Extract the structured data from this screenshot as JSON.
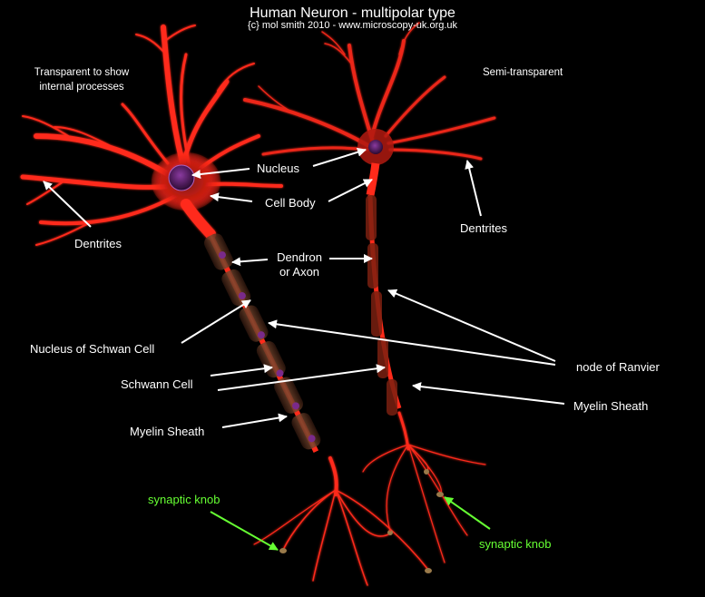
{
  "title": "Human Neuron - multipolar type",
  "credit": "{c} mol smith 2010 - www.microscopy-uk.org.uk",
  "panel_left_caption": [
    "Transparent to show",
    "internal processes"
  ],
  "panel_right_caption": "Semi-transparent",
  "labels": {
    "nucleus": "Nucleus",
    "cell_body": "Cell Body",
    "dendrites_left": "Dentrites",
    "dendrites_right": "Dentrites",
    "dendron": [
      "Dendron",
      "or Axon"
    ],
    "nucleus_schwann": "Nucleus of Schwan Cell",
    "schwann_cell": "Schwann Cell",
    "myelin_left": "Myelin Sheath",
    "myelin_right": "Myelin Sheath",
    "node_ranvier": "node of Ranvier",
    "synaptic_left": "synaptic knob",
    "synaptic_right": "synaptic knob"
  },
  "colors": {
    "background": "#000000",
    "neuron": "#ff2a1a",
    "neuron_glow": "#ff6a50",
    "nucleus": "#5a1f6a",
    "sheath": "#5a3a2a",
    "arrow": "#ffffff",
    "synaptic_arrow": "#66ff33"
  }
}
